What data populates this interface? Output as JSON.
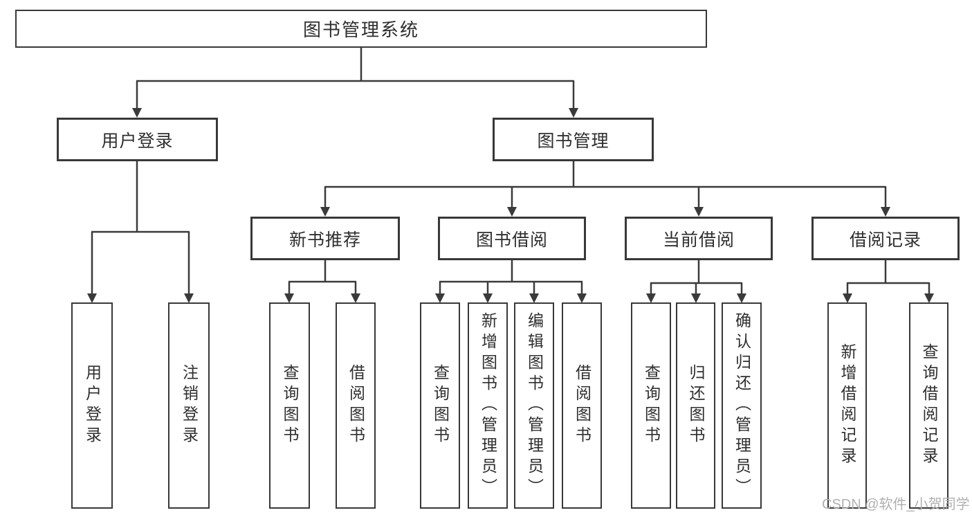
{
  "diagram_type": "functional-structure-tree",
  "colors": {
    "line": "#3a3a3a",
    "box_border": "#383838",
    "box_fill": "#ffffff",
    "text": "#2e2e2e",
    "watermark": "#b0b0b0",
    "background": "#ffffff"
  },
  "watermark": {
    "text": "CSDN @软件_小贺同学"
  },
  "tree": {
    "label": "图书管理系统",
    "children": [
      {
        "label": "用户登录",
        "children": [
          {
            "label": "用户登录"
          },
          {
            "label": "注销登录"
          }
        ]
      },
      {
        "label": "图书管理",
        "children": [
          {
            "label": "新书推荐",
            "children": [
              {
                "label": "查询图书"
              },
              {
                "label": "借阅图书"
              }
            ]
          },
          {
            "label": "图书借阅",
            "children": [
              {
                "label": "查询图书"
              },
              {
                "label": "新增图书（管理员）"
              },
              {
                "label": "编辑图书（管理员）"
              },
              {
                "label": "借阅图书"
              }
            ]
          },
          {
            "label": "当前借阅",
            "children": [
              {
                "label": "查询图书"
              },
              {
                "label": "归还图书"
              },
              {
                "label": "确认归还（管理员）"
              }
            ]
          },
          {
            "label": "借阅记录",
            "children": [
              {
                "label": "新增借阅记录"
              },
              {
                "label": "查询借阅记录"
              }
            ]
          }
        ]
      }
    ]
  }
}
